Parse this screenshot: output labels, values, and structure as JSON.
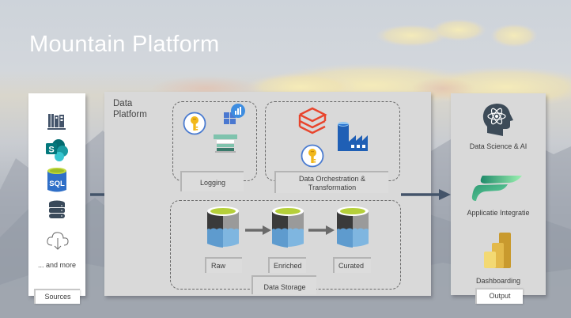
{
  "title": "Mountain Platform",
  "sources": {
    "label": "Sources",
    "icons": [
      "library-icon",
      "sharepoint-icon",
      "sql-database-icon",
      "database-icon",
      "cloud-download-icon"
    ],
    "more_text": "... and more"
  },
  "platform": {
    "title_line1": "Data",
    "title_line2": "Platform",
    "logging": {
      "label": "Logging",
      "icons": [
        "key-vault-icon",
        "monitor-workbook-icon",
        "log-table-icon"
      ]
    },
    "orchestration": {
      "label_line1": "Data Orchestration &",
      "label_line2": "Transformation",
      "icons": [
        "databricks-icon",
        "data-factory-icon",
        "key-vault-icon"
      ]
    },
    "storage": {
      "label": "Data Storage",
      "layers": [
        {
          "label": "Raw"
        },
        {
          "label": "Enriched"
        },
        {
          "label": "Curated"
        }
      ]
    }
  },
  "output": {
    "label": "Output",
    "items": [
      {
        "label": "Data Science & AI",
        "icon": "ai-head-icon"
      },
      {
        "label": "Applicatie Integratie",
        "icon": "fabric-icon"
      },
      {
        "label": "Dashboarding",
        "icon": "power-bi-icon"
      }
    ]
  },
  "colors": {
    "panel_grey": "#d9d9d9",
    "arrow": "#44546a",
    "databricks_red": "#e8452d",
    "lake_blue": "#6fa8dc",
    "lake_top": "#b5cf3a"
  }
}
